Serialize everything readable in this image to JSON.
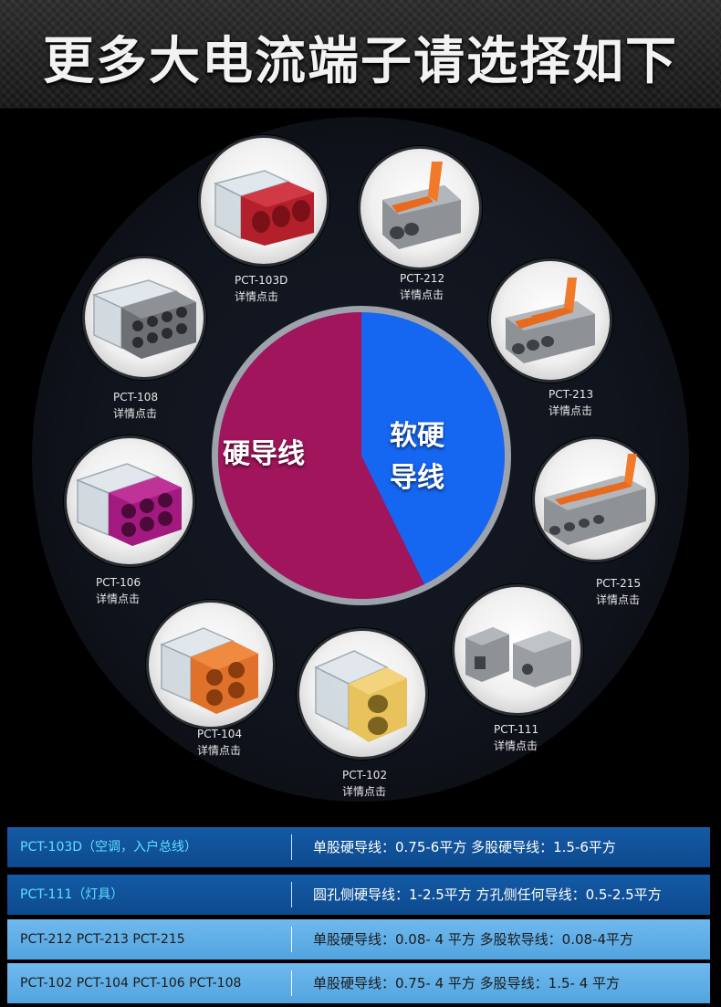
{
  "header": {
    "title": "更多大电流端子请选择如下"
  },
  "pie": {
    "segments": [
      {
        "label": "硬导线",
        "color": "#a1155c"
      },
      {
        "label_line1": "软硬",
        "label_line2": "导线",
        "color": "#1566f0"
      }
    ],
    "ring_color": "#9ea3ab"
  },
  "products": [
    {
      "model": "PCT-103D",
      "link": "详情点击",
      "icon": "connector-3-red-icon"
    },
    {
      "model": "PCT-212",
      "link": "详情点击",
      "icon": "lever-connector-2-icon"
    },
    {
      "model": "PCT-213",
      "link": "详情点击",
      "icon": "lever-connector-3-icon"
    },
    {
      "model": "PCT-215",
      "link": "详情点击",
      "icon": "lever-connector-5-icon"
    },
    {
      "model": "PCT-111",
      "link": "详情点击",
      "icon": "inline-connector-icon"
    },
    {
      "model": "PCT-102",
      "link": "详情点击",
      "icon": "connector-2-yellow-icon"
    },
    {
      "model": "PCT-104",
      "link": "详情点击",
      "icon": "connector-4-orange-icon"
    },
    {
      "model": "PCT-106",
      "link": "详情点击",
      "icon": "connector-6-purple-icon"
    },
    {
      "model": "PCT-108",
      "link": "详情点击",
      "icon": "connector-8-grey-icon"
    }
  ],
  "specs": [
    {
      "models": "PCT-103D（空调，入户总线）",
      "wires": "单股硬导线：0.75-6平方    多股硬导线：1.5-6平方"
    },
    {
      "models": "PCT-111（灯具）",
      "wires": "圆孔侧硬导线：1-2.5平方    方孔侧任何导线：0.5-2.5平方"
    },
    {
      "models": "PCT-212 PCT-213 PCT-215",
      "wires": "单股硬导线：0.08- 4  平方    多股软导线：0.08-4平方"
    },
    {
      "models": "PCT-102   PCT-104 PCT-106 PCT-108",
      "wires": "单股硬导线：0.75- 4  平方    多股导线：1.5- 4  平方"
    }
  ]
}
